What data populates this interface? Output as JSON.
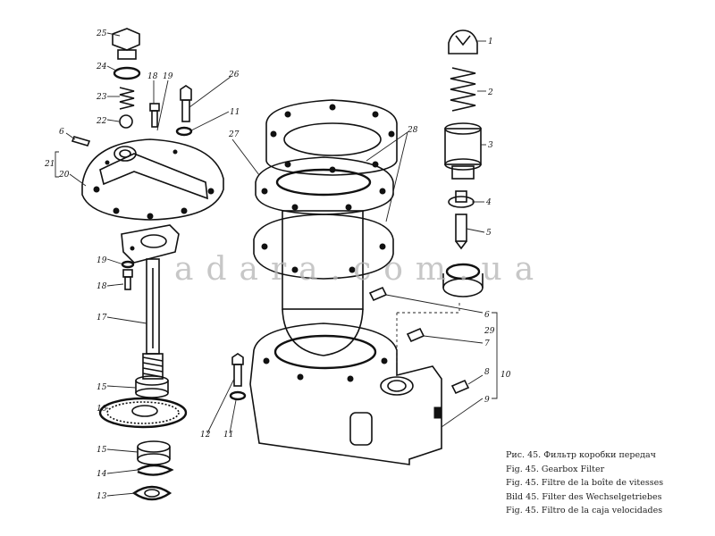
{
  "watermark": "adara.com.ua",
  "caption": [
    "Рис. 45. Фильтр коробки передач",
    "Fig. 45. Gearbox Filter",
    "Fig. 45. Filtre de la boîte de vitesses",
    "Bild 45. Filter des Wechselgetriebes",
    "Fig. 45. Filtro de la caja velocidades"
  ],
  "labels": [
    "1",
    "2",
    "3",
    "4",
    "5",
    "6",
    "7",
    "8",
    "9",
    "10",
    "11",
    "12",
    "13",
    "14",
    "15",
    "16",
    "17",
    "18",
    "19",
    "20",
    "21",
    "22",
    "23",
    "24",
    "25",
    "26",
    "27",
    "28",
    "29"
  ],
  "colors": {
    "ink": "#111111",
    "watermark": "#b5b5b5"
  }
}
